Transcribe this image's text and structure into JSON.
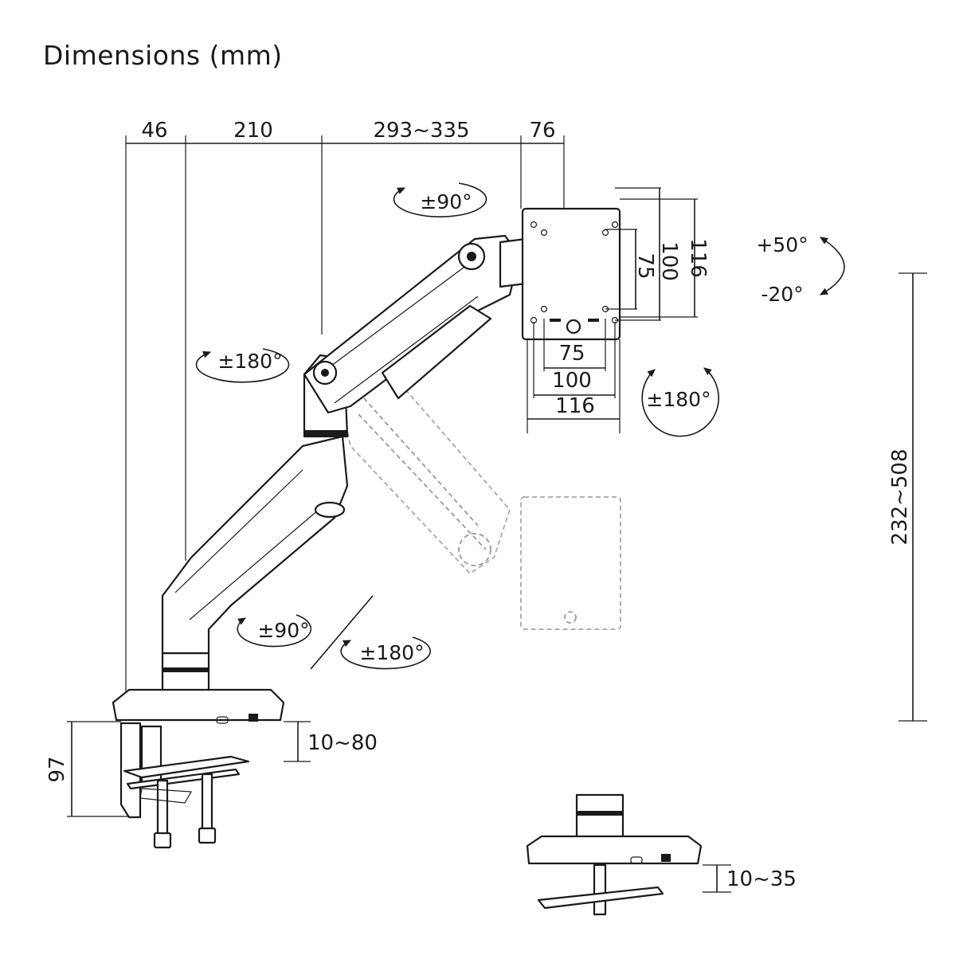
{
  "title": "Dimensions (mm)",
  "dimensions": {
    "top_46": "46",
    "top_210": "210",
    "top_reach": "293~335",
    "top_76": "76",
    "vesa_h_75": "75",
    "vesa_h_100": "100",
    "vesa_h_116": "116",
    "vesa_v_75": "75",
    "vesa_v_100": "100",
    "vesa_v_116": "116",
    "height_range": "232~508",
    "clamp_97": "97",
    "clamp_range": "10~80",
    "grommet_range": "10~35"
  },
  "rotations": {
    "head_swivel": "±90°",
    "tilt_up": "+50°",
    "tilt_down": "-20°",
    "upper_arm": "±180°",
    "screen_rotate": "±180°",
    "lower_swivel": "±90°",
    "base_rotate": "±180°"
  },
  "colors": {
    "line": "#1a1a1a",
    "ghost": "#9a9a9a",
    "background": "#ffffff"
  }
}
